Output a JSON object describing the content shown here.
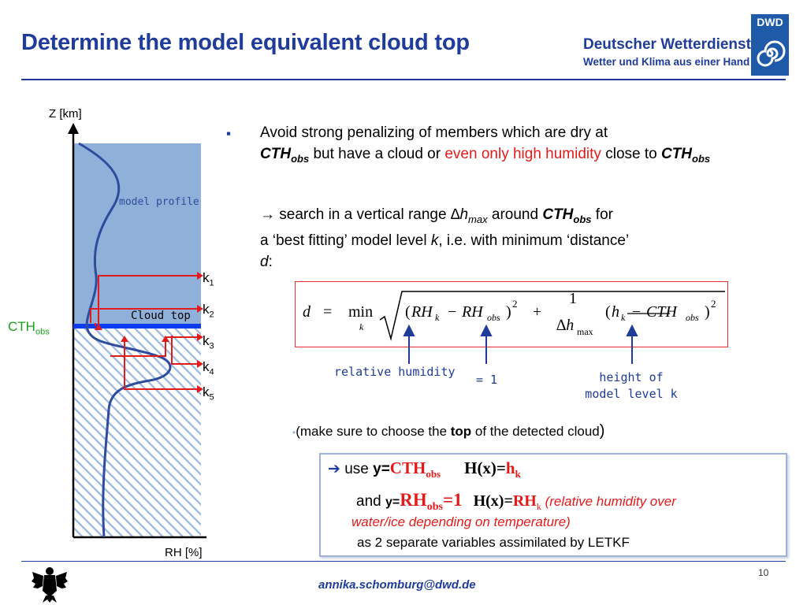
{
  "header": {
    "title": "Determine the model equivalent cloud top",
    "brand_line1": "Deutscher Wetterdienst",
    "brand_line2": "Wetter und Klima aus einer Hand",
    "logo_text": "DWD"
  },
  "diagram": {
    "y_axis_label": "Z [km]",
    "x_axis_label": "RH [%]",
    "model_profile_label": "model profile",
    "cloud_top_label": "Cloud top",
    "cth_label": "CTH",
    "cth_sub": "obs",
    "levels": [
      {
        "k": "k",
        "sub": "1"
      },
      {
        "k": "k",
        "sub": "2"
      },
      {
        "k": "k",
        "sub": "3"
      },
      {
        "k": "k",
        "sub": "4"
      },
      {
        "k": "k",
        "sub": "5"
      }
    ],
    "colors": {
      "cloud": "#8fb0d8",
      "profile": "#2e4c9e",
      "cth_line": "#0b3cf0",
      "red": "#e31a1a",
      "hatch": "#9ab8e0"
    }
  },
  "bullet": {
    "marker": "▪",
    "t1": "Avoid strong penalizing of members which are dry at ",
    "t2": "CTH",
    "t2sub": "obs",
    "t3": " but have a cloud or ",
    "t4": "even only high humidity",
    "t5": " close to ",
    "t6": "CTH",
    "t6sub": "obs"
  },
  "search": {
    "arrow": "→",
    "t1": " search in a vertical range  ",
    "delta": "∆h",
    "max": "max",
    "t2": "  around  ",
    "cth": "CTH",
    "cthsub": "obs",
    "t3": " for",
    "line2a": "a ‘best fitting’ model level ",
    "line2k": "k",
    "line2b": ",  i.e. with minimum ‘distance’",
    "line3d": "d",
    "line3b": ":"
  },
  "equation": {
    "d": "d",
    "eq": "=",
    "min": "min",
    "minsub": "k",
    "open1": "(",
    "rh1": "RH",
    "rh1sub": "k",
    "minus1": "−",
    "rh2": "RH",
    "rh2sub": "obs",
    "close1": ")",
    "sq1": "2",
    "plus": "+",
    "one": "1",
    "dh": "∆h",
    "dhsub": "max",
    "open2": "(",
    "h": "h",
    "hsub": "k",
    "minus2": "−",
    "cth": "CTH",
    "cthsub": "obs",
    "close2": ")",
    "sq2": "2"
  },
  "annotations": {
    "rh": "relative humidity",
    "one": "= 1",
    "height1": "height of",
    "height2": "model level k"
  },
  "note": {
    "dot": "•",
    "t1": "(make sure to choose the ",
    "top": "top",
    "t2": " of the detected cloud",
    "close": ")"
  },
  "usebox": {
    "arrow": "➔",
    "use": " use  ",
    "y": "y=",
    "cth": "CTH",
    "cthsub": "obs",
    "hx": "H(x)=",
    "hk": "h",
    "hksub": "k",
    "and": "and  ",
    "y2": "y=",
    "rh": "RH",
    "rhsub": "obs",
    "eq1": "=1",
    "hx2": "H(x)=",
    "rhk": "RH",
    "rhksub": "k",
    "paren": " (relative humidity over",
    "paren2": "water/ice depending on temperature)",
    "last": "as 2 separate variables assimilated by LETKF"
  },
  "footer": {
    "email": "annika.schomburg@dwd.de",
    "page": "10"
  }
}
